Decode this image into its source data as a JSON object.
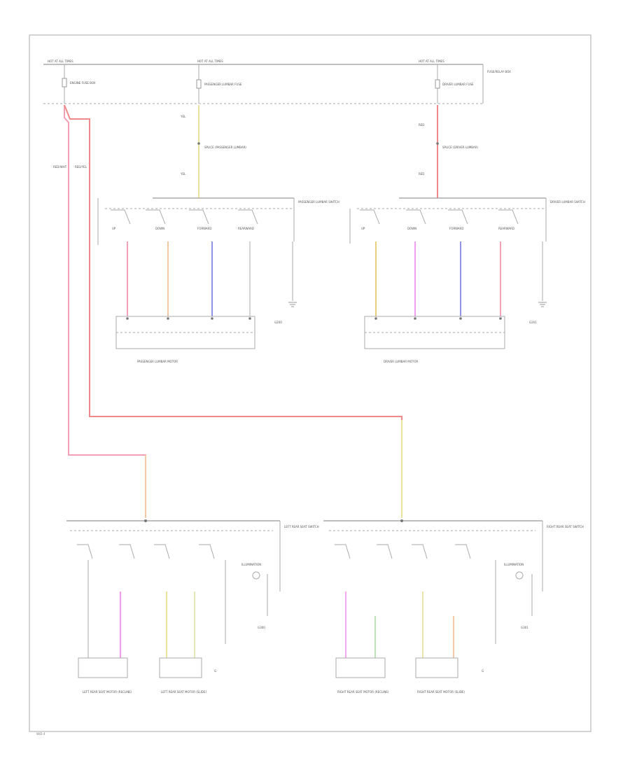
{
  "diagram": {
    "labels": {
      "hot_at_all_times_1": "HOT AT ALL TIMES",
      "hot_at_all_times_2": "HOT AT ALL TIMES",
      "hot_at_all_times_3": "HOT AT ALL TIMES",
      "fuse_left": "ENGINE FUSE BOX",
      "fuse_mid": "PASSENGER LUMBAR FUSE",
      "fuse_right": "DRIVER LUMBAR FUSE",
      "fuse_box_note": "FUSE/RELAY BOX",
      "wire_left_a": "RED/WHT",
      "wire_left_b": "RED/YEL",
      "wire_mid_top": "YEL",
      "wire_mid_bot": "YEL",
      "wire_right_top": "RED",
      "wire_right_bot": "RED",
      "splice_mid": "SPLICE (PASSENGER LUMBAR)",
      "splice_right": "SPLICE (DRIVER LUMBAR)",
      "sw_pass_title": "PASSENGER LUMBAR SWITCH",
      "sw_driver_title": "DRIVER LUMBAR SWITCH",
      "pos_up": "UP",
      "pos_down": "DOWN",
      "pos_forward": "FORWARD",
      "pos_rearward": "REARWARD",
      "motor_pass": "PASSENGER LUMBAR MOTOR",
      "motor_driver": "DRIVER LUMBAR MOTOR",
      "ground_pass": "G200",
      "ground_driver": "G201",
      "rl_title": "LEFT REAR SEAT SWITCH",
      "rr_title": "RIGHT REAR SEAT SWITCH",
      "rl_motor_1": "LEFT REAR SEAT MOTOR (RECLINE)",
      "rl_motor_2": "LEFT REAR SEAT MOTOR (SLIDE)",
      "rr_motor_1": "RIGHT REAR SEAT MOTOR (RECLINE)",
      "rr_motor_2": "RIGHT REAR SEAT MOTOR (SLIDE)",
      "illum_l": "ILLUMINATION",
      "illum_r": "ILLUMINATION",
      "ground_rl": "G300",
      "ground_rr": "G301",
      "footer": "W/D-4"
    },
    "colors": {
      "wire_pink": "#f2a0b4",
      "wire_red": "#f08a8a",
      "wire_yellow": "#ece2a0",
      "wire_blue": "#8f93e6",
      "wire_orange": "#f4c8a0",
      "wire_magenta": "#f09ef0",
      "wire_green": "#b8e6b0",
      "wire_gold": "#e8cf80"
    }
  }
}
